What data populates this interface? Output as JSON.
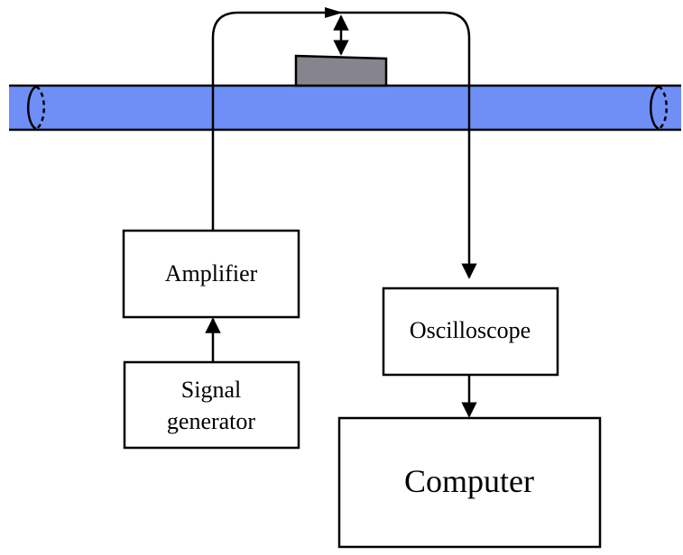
{
  "labels": {
    "amplifier": "Amplifier",
    "oscilloscope": "Oscilloscope",
    "signal_generator_line1": "Signal",
    "signal_generator_line2": "generator",
    "computer": "Computer"
  },
  "colors": {
    "pipe_fill": "#6f8ff7",
    "sensor_fill": "#86858d",
    "stroke": "#000000",
    "background": "#ffffff"
  }
}
